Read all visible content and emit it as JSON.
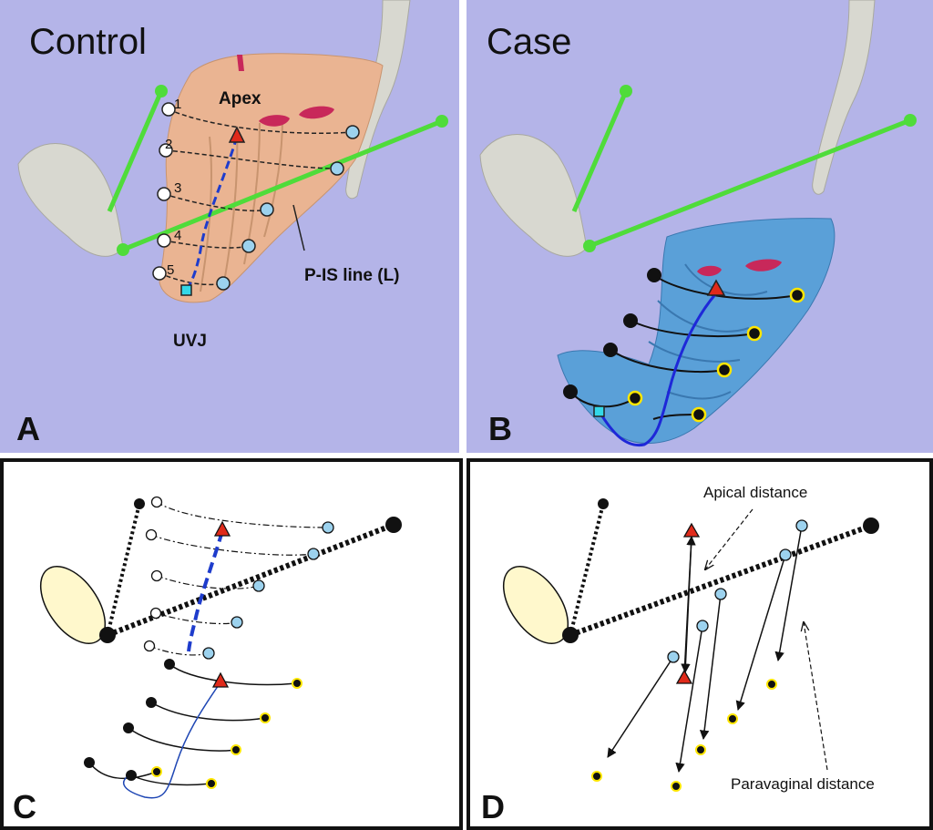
{
  "panel_a": {
    "title": "Control",
    "letter": "A",
    "apex_label": "Apex",
    "uvj_label": "UVJ",
    "line_label": "P-IS line (L)",
    "level_numbers": [
      "1",
      "2",
      "3",
      "4",
      "5"
    ]
  },
  "panel_b": {
    "title": "Case",
    "letter": "B"
  },
  "panel_c": {
    "letter": "C"
  },
  "panel_d": {
    "letter": "D",
    "apical_label": "Apical distance",
    "paravaginal_label": "Paravaginal distance"
  },
  "colors": {
    "background_3d": "#b4b4e8",
    "control_tissue": "#eab492",
    "case_tissue": "#5aa0d8",
    "bone": "#d8d8d0",
    "reference_line": "#4fdc3a",
    "apex_marker": "#e02a1a",
    "pelvic_side_marker": "#9cd2ee",
    "yellow_ring": "#ffe600"
  }
}
